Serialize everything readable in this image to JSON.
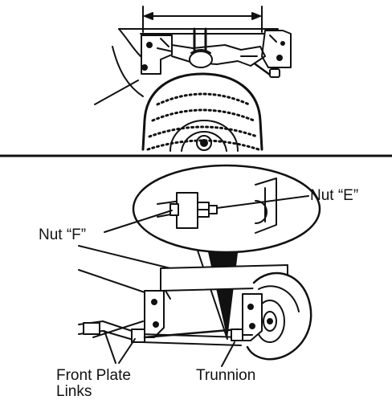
{
  "labels": {
    "nut_e": "Nut “E”",
    "nut_f": "Nut “F”",
    "front_plate_line1": "Front Plate",
    "front_plate_line2": "Links",
    "trunnion": "Trunnion"
  }
}
